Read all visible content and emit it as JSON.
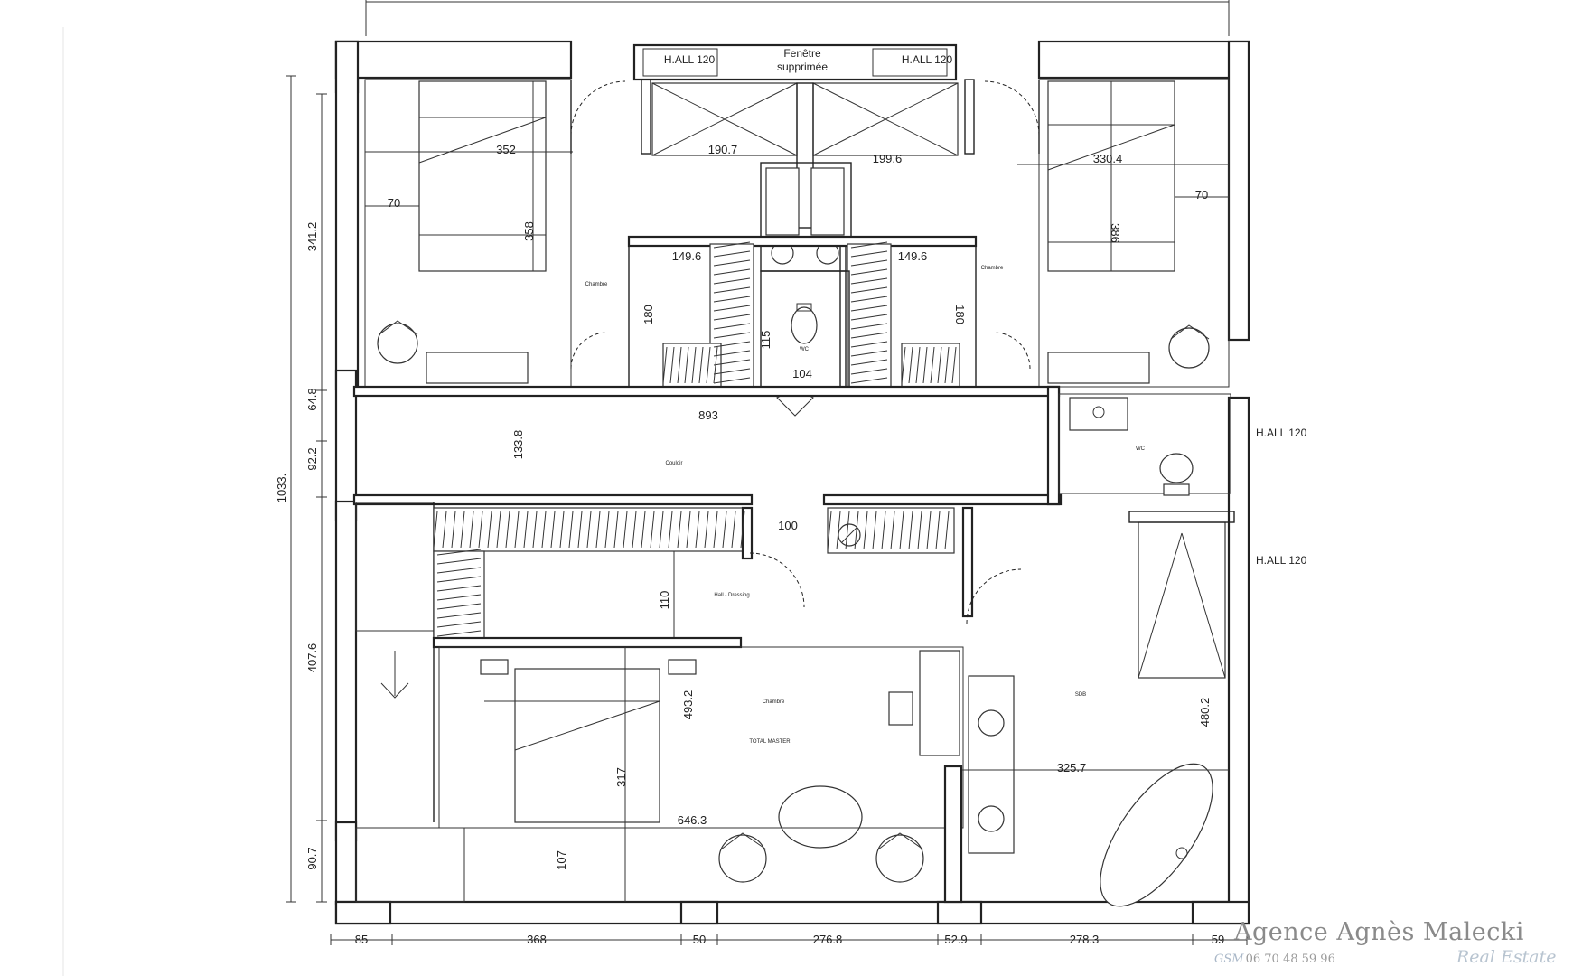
{
  "labels": {
    "window_removed_1": "Fenêtre",
    "window_removed_2": "supprimée",
    "hall_top_left": "H.ALL 120",
    "hall_top_right": "H.ALL 120",
    "hall_right_1": "H.ALL 120",
    "hall_right_2": "H.ALL 120",
    "room_bedroom_left": "Chambre",
    "room_bedroom_right": "Chambre",
    "room_wc_small": "WC",
    "room_corridor": "Couloir",
    "room_wc_right": "WC",
    "room_dressing": "Hall - Dressing",
    "room_master": "Chambre",
    "room_total_master": "TOTAL MASTER",
    "room_bath": "SDB"
  },
  "dimensions": {
    "top_left_width": "352",
    "top_left_70": "70",
    "top_left_height": "358",
    "top_center_left": "190.7",
    "top_center_right": "199.6",
    "top_right_width": "330.4",
    "top_right_70": "70",
    "top_right_height": "386",
    "closet_left_w": "149.6",
    "closet_right_w": "149.6",
    "closet_left_h": "180",
    "closet_right_h": "180",
    "wc_h": "115",
    "wc_w": "104",
    "corridor_w": "893",
    "corridor_h": "133.8",
    "dressing_gap": "100",
    "dressing_h": "110",
    "master_h": "493.2",
    "bed_h": "317",
    "bottom_wide": "646.3",
    "bottom_107": "107",
    "bath_w": "325.7",
    "bath_h": "480.2",
    "left_341": "341.2",
    "left_64": "64.8",
    "left_92": "92.2",
    "left_1033": "1033.",
    "left_407": "407.6",
    "left_90": "90.7",
    "bottom_85": "85",
    "bottom_368": "368",
    "bottom_50": "50",
    "bottom_276": "276.8",
    "bottom_52": "52.9",
    "bottom_278": "278.3",
    "bottom_59": "59"
  },
  "branding": {
    "agency": "Agence Agnès Malecki",
    "gsm_label": "GSM",
    "phone": "06 70 48 59 96",
    "tagline": "Real Estate"
  }
}
